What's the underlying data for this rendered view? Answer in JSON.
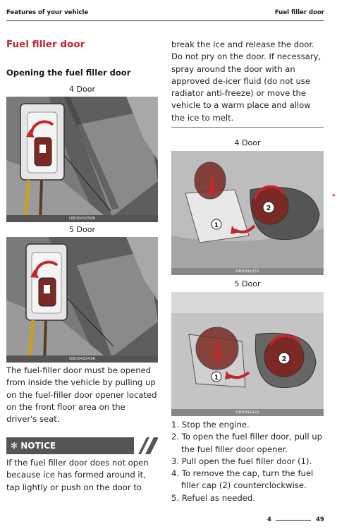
{
  "header": {
    "left": "Features of your vehicle",
    "right": "Fuel filler door"
  },
  "section_title": "Fuel filler door",
  "subsection_title": "Opening the fuel filler door",
  "figures": {
    "fig1": {
      "caption": "4 Door",
      "code": "OBD041050R"
    },
    "fig2": {
      "caption": "5 Door",
      "code": "OBD041541R"
    },
    "fig3": {
      "caption": "4 Door",
      "code": "OBD041052",
      "callouts": [
        "1",
        "2"
      ]
    },
    "fig4": {
      "caption": "5 Door",
      "code": "OBD041429",
      "callouts": [
        "1",
        "2"
      ]
    }
  },
  "left_body": "The fuel-filler door must be opened from inside the vehicle by pulling up on the fuel-filler door opener located on the front floor area on the driver's seat.",
  "notice": {
    "label": "✻ NOTICE",
    "text": "If the fuel filler door does not open because ice has formed around it, tap lightly or push on the door to"
  },
  "right_body": "break the ice and release the door. Do not pry on the door. If necessary, spray around the door with an approved de-icer fluid (do not use radiator anti-freeze) or move the vehicle to a warm place and allow the ice to melt.",
  "steps": [
    "1. Stop the engine.",
    "2. To open the fuel filler door, pull up the fuel filler door opener.",
    "3. Pull open the fuel filler door (1).",
    "4. To remove the cap, turn the fuel filler cap (2) counterclockwise.",
    "5. Refuel as needed."
  ],
  "footer": {
    "chapter": "4",
    "page": "49"
  },
  "colors": {
    "accent": "#c1272d",
    "notice_bar": "#555555"
  }
}
